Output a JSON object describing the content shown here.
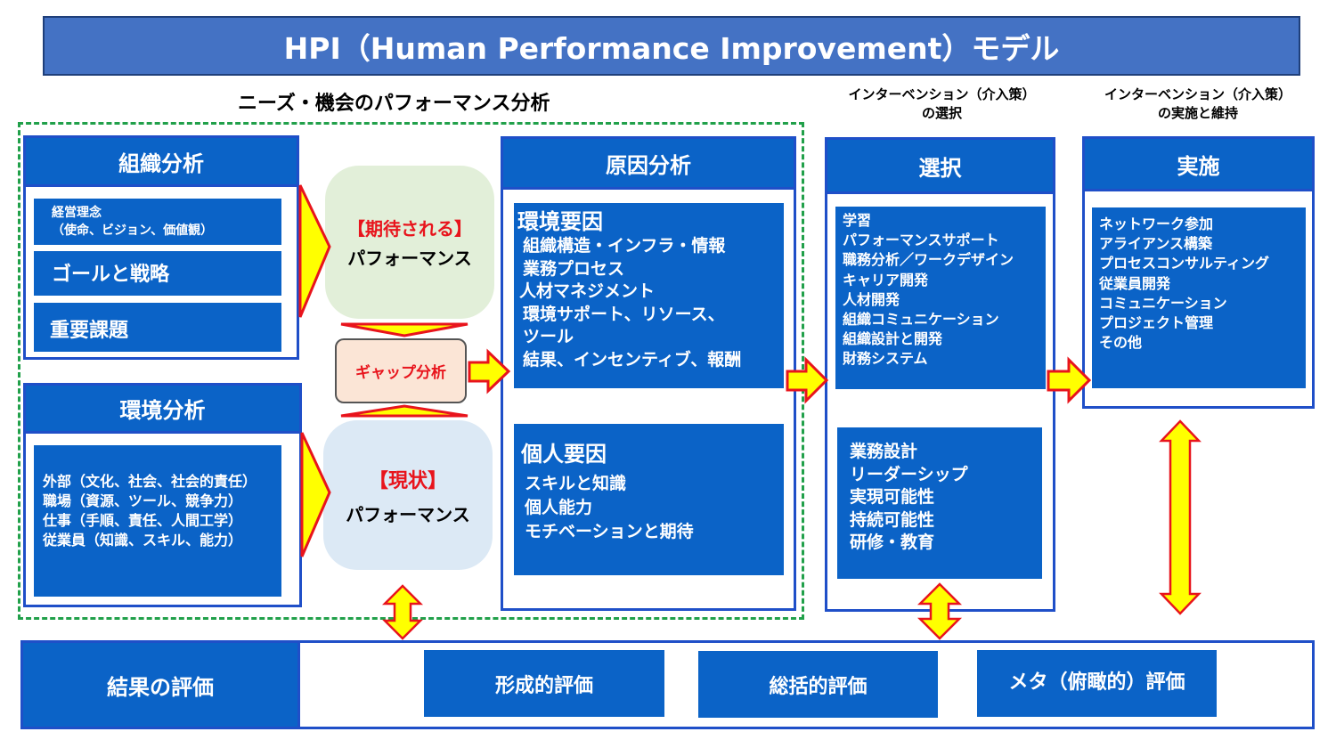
{
  "title": "HPI（Human Performance Improvement）モデル",
  "needs_heading": "ニーズ・機会のパフォーマンス分析",
  "intervention_select_heading": [
    "インターベンション（介入策）",
    "の選択"
  ],
  "intervention_impl_heading": [
    "インターベンション（介入策）",
    "の実施と維持"
  ],
  "org_analysis": {
    "header": "組織分析",
    "items": [
      "経営理念",
      "（使命、ビジョン、価値観）",
      "ゴールと戦略",
      "重要課題"
    ]
  },
  "env_analysis": {
    "header": "環境分析",
    "items": [
      "外部（文化、社会、社会的責任）",
      "職場（資源、ツール、競争力）",
      "仕事（手順、責任、人間工学）",
      "従業員（知識、スキル、能力）"
    ]
  },
  "expected": {
    "bracket": "【期待される】",
    "label": "パフォーマンス"
  },
  "gap": "ギャップ分析",
  "current": {
    "bracket": "【現状】",
    "label": "パフォーマンス"
  },
  "cause_analysis": {
    "header": "原因分析",
    "env_title": "環境要因",
    "env_items": [
      "組織構造・インフラ・情報",
      "業務プロセス",
      "人材マネジメント",
      "環境サポート、リソース、",
      "ツール",
      "結果、インセンティブ、報酬"
    ],
    "ind_title": "個人要因",
    "ind_items": [
      "スキルと知識",
      "個人能力",
      "モチベーションと期待"
    ]
  },
  "selection": {
    "header": "選択",
    "items1": [
      "学習",
      "パフォーマンスサポート",
      "職務分析／ワークデザイン",
      "キャリア開発",
      "人材開発",
      "組織コミュニケーション",
      "組織設計と開発",
      "財務システム"
    ],
    "items2": [
      "業務設計",
      "リーダーシップ",
      "実現可能性",
      "持続可能性",
      "研修・教育"
    ]
  },
  "implementation": {
    "header": "実施",
    "items": [
      "ネットワーク参加",
      "アライアンス構築",
      "プロセスコンサルティング",
      "従業員開発",
      "コミュニケーション",
      "プロジェクト管理",
      "その他"
    ]
  },
  "evaluation": {
    "header": "結果の評価",
    "boxes": [
      "形成的評価",
      "総括的評価",
      "メタ（俯瞰的）評価"
    ]
  },
  "colors": {
    "blue": "#0b63c7",
    "border": "#1f4fc8",
    "title": "#4472c4",
    "arrow_yellow": "#ffff00",
    "arrow_red": "#e8141c",
    "dashed": "#21a04a"
  }
}
